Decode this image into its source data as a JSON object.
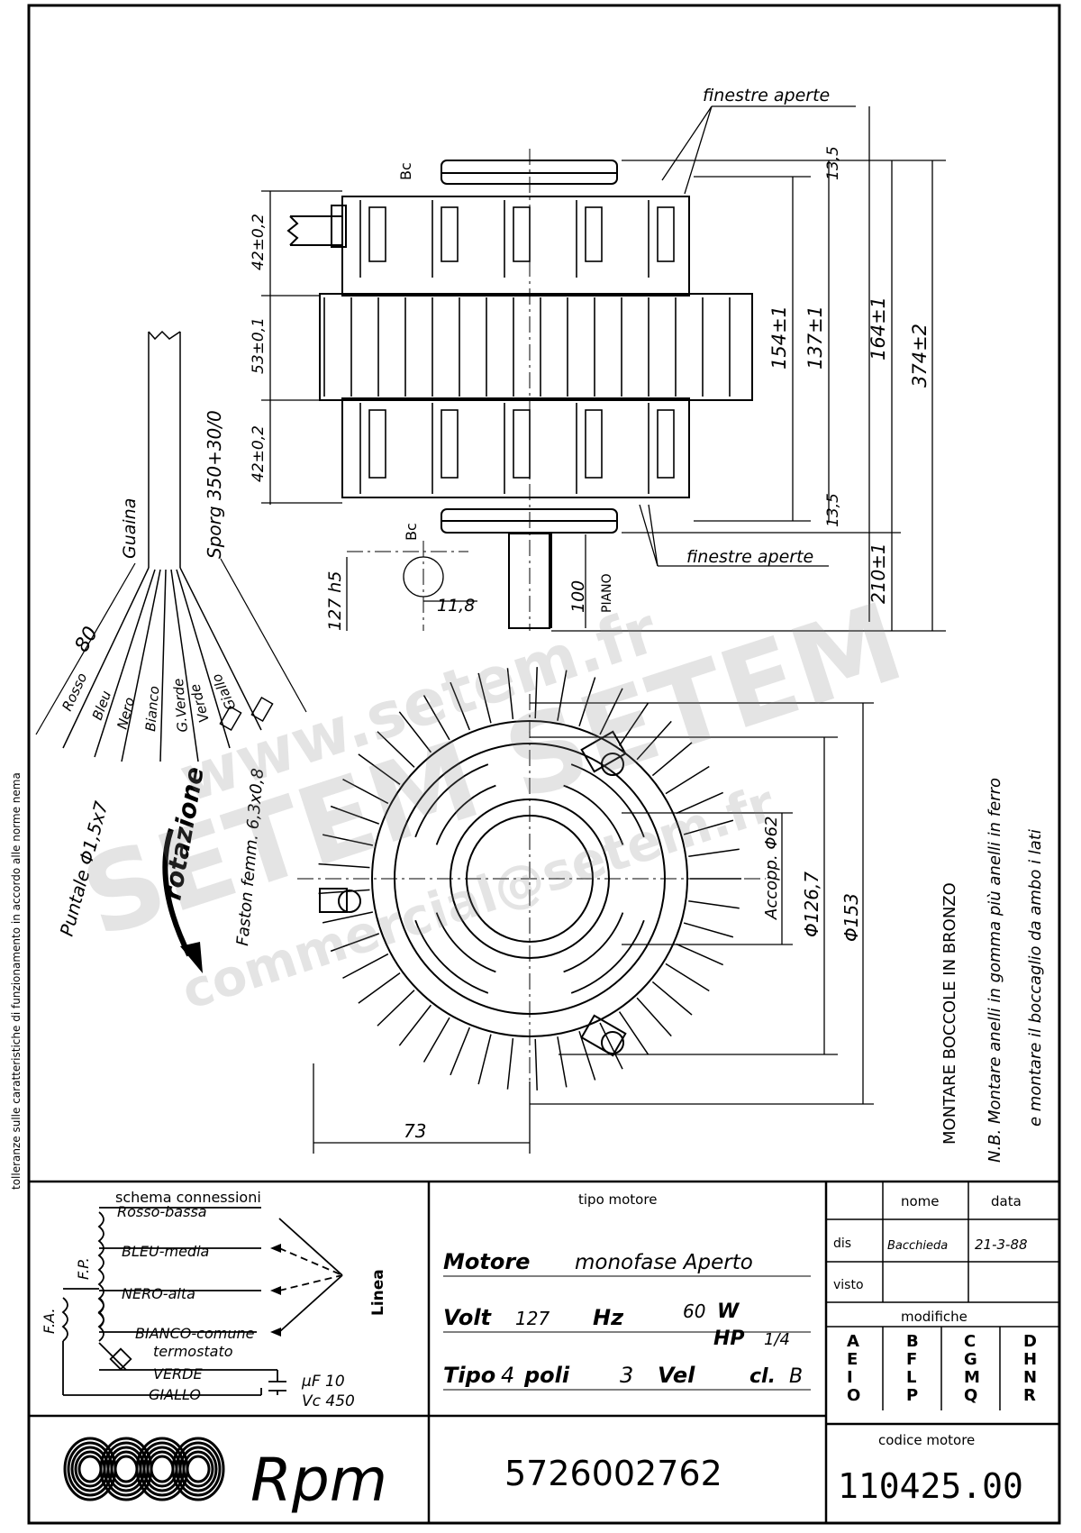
{
  "top_view": {
    "finestre_top": "finestre aperte",
    "finestre_bottom": "finestre aperte",
    "bc_top": "Bc",
    "bc_bottom": "Bc",
    "dim_42_top": "42±0,2",
    "dim_53": "53±0,1",
    "dim_42_bottom": "42±0,2",
    "dim_13_5_top": "13,5",
    "dim_13_5_bottom": "13,5",
    "dim_154": "154±1",
    "dim_137": "137±1",
    "dim_164": "164±1",
    "dim_374": "374±2",
    "dim_210": "210±1",
    "dim_100": "100",
    "piano": "PIANO",
    "dim_127": "127 h5",
    "dim_11_8": "11,8"
  },
  "wiring": {
    "guaina": "Guaina",
    "sporg": "Sporg 350+30/0",
    "dim_80": "80",
    "wires": [
      "Rosso",
      "Bleu",
      "Nero",
      "Bianco",
      "G.Verde",
      "Verde",
      "Giallo"
    ],
    "puntale": "Puntale Φ1,5x7",
    "faston": "Faston femm. 6,3x0,8",
    "rotazione": "rotazione"
  },
  "front_view": {
    "accopp": "Accopp. Φ62",
    "dia_126": "Φ126,7",
    "dia_153": "Φ153",
    "dim_73": "73"
  },
  "notes": {
    "montare": "MONTARE BOCCOLE IN BRONZO",
    "nb_line1": "N.B. Montare anelli in gomma più anelli in ferro",
    "nb_line2": "e montare il boccaglio da ambo i lati",
    "tolleranze": "tolleranze sulle caratteristiche di funzionamento in accordo alle norme nema"
  },
  "watermark": {
    "line1": "www.setem.fr",
    "line2": "SETEM SETEM",
    "line3": "commercial@setem.fr"
  },
  "schema": {
    "title": "schema connessioni",
    "rosso": "Rosso-bassa",
    "bleu": "BLEU-media",
    "nero": "NERO-alta",
    "bianco": "BIANCO-comune",
    "termostato": "termostato",
    "verde": "VERDE",
    "giallo": "GIALLO",
    "fp": "F.P.",
    "fa": "F.A.",
    "linea": "Linea",
    "uf": "µF 10",
    "vc": "Vc 450"
  },
  "motore": {
    "header": "tipo motore",
    "line1_bold": "Motore",
    "line1_rest": "monofase Aperto",
    "volt_label": "Volt",
    "volt_value": "127",
    "hz_label": "Hz",
    "hz_value": "60",
    "w_label": "W",
    "hp_label": "HP",
    "hp_value": "1/4",
    "tipo_label": "Tipo",
    "tipo_value": "4",
    "poli_label": "poli",
    "poli_value": "3",
    "vel_label": "Vel",
    "cl_label": "cl.",
    "cl_value": "B",
    "part_number": "5726002762",
    "logo_text": "Rpm"
  },
  "title_block": {
    "nome": "nome",
    "data": "data",
    "dis": "dis",
    "visto": "visto",
    "dis_name": "Bacchieda",
    "dis_date": "21-3-88",
    "modifiche": "modifiche",
    "mod_col1": [
      "A",
      "E",
      "I",
      "O"
    ],
    "mod_col2": [
      "B",
      "F",
      "L",
      "P"
    ],
    "mod_col3": [
      "C",
      "G",
      "M",
      "Q"
    ],
    "mod_col4": [
      "D",
      "H",
      "N",
      "R"
    ],
    "codice_label": "codice motore",
    "codice_value": "110425.00"
  }
}
